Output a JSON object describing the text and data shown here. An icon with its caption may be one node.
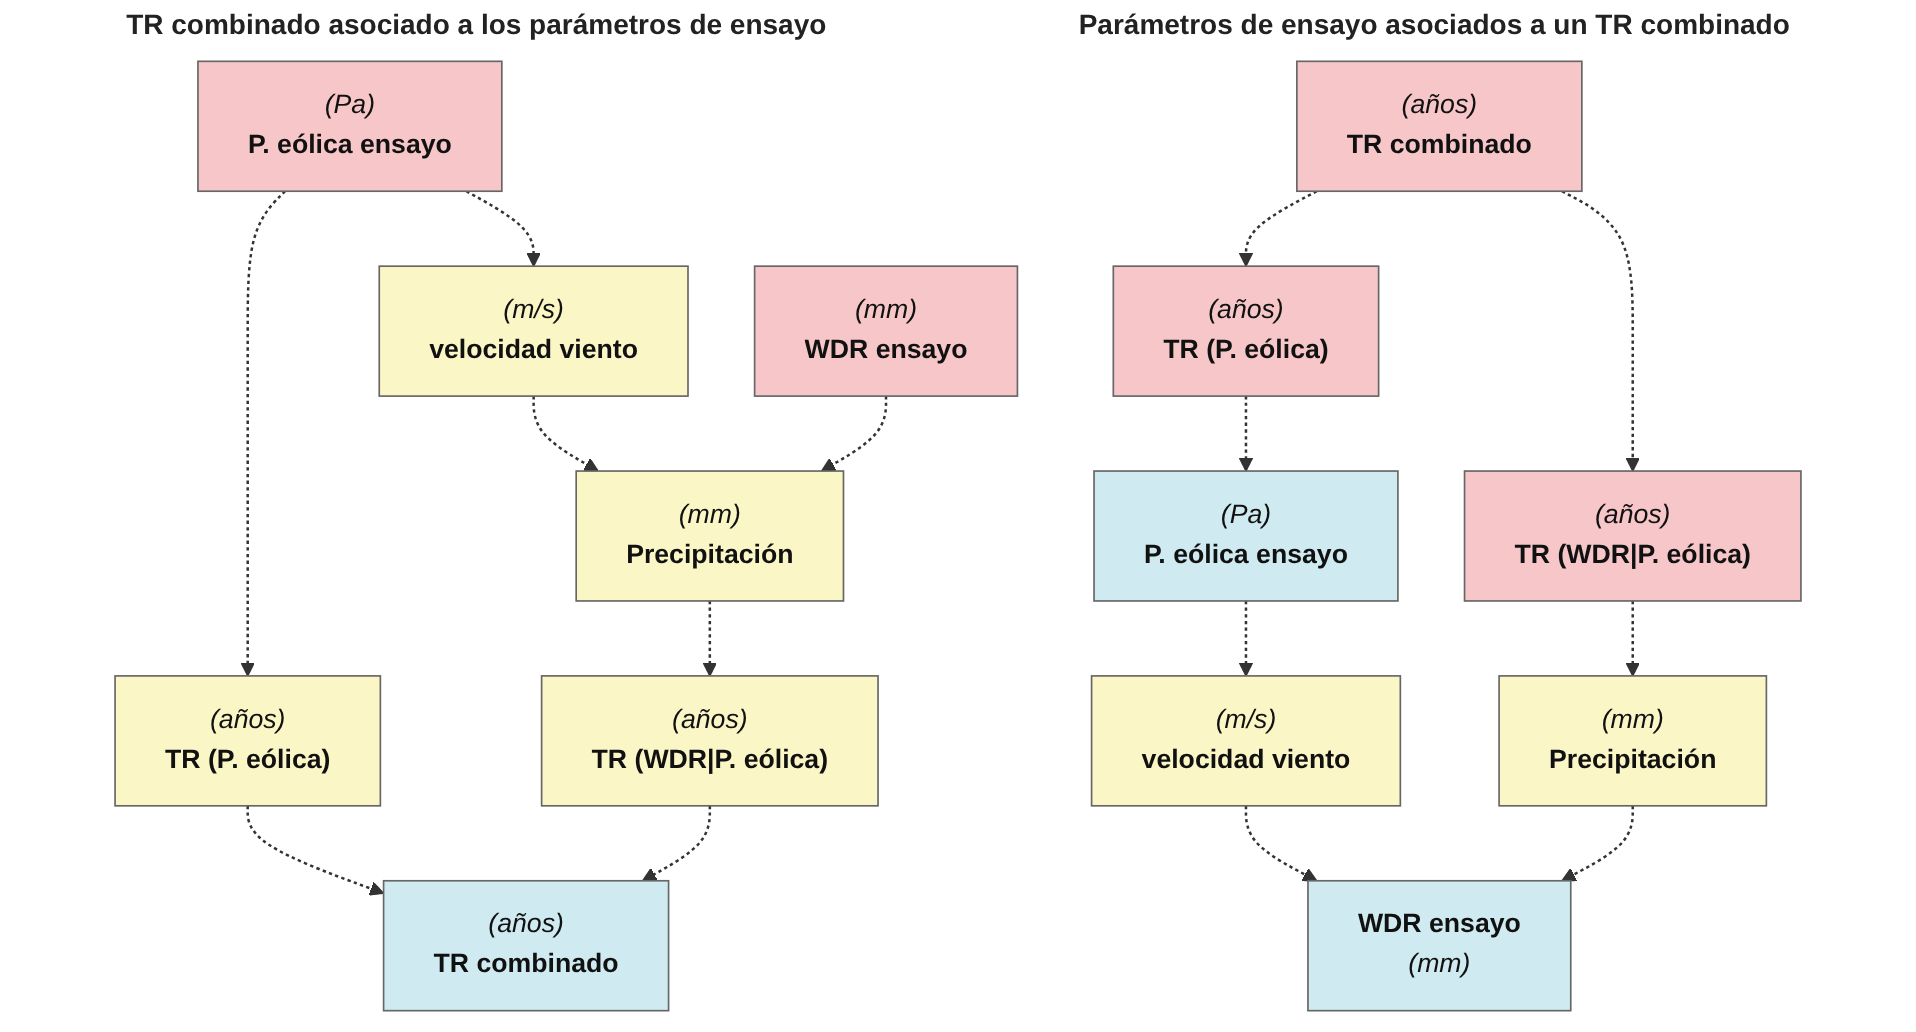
{
  "diagram": {
    "nodes": [
      {
        "text": [
          "(años)",
          "TR combinado"
        ]
      },
      {
        "text": [
          "(años)",
          "TR (P. eólica)"
        ]
      },
      {
        "text": [
          "(años)",
          "TR (WDR|P. eólica)"
        ]
      },
      {
        "text": [
          "(m/s)",
          "velocidad viento"
        ]
      },
      {
        "text": [
          "(mm)",
          "Precipitación"
        ]
      },
      {
        "text": [
          "(Pa)",
          "P. eólica ensayo"
        ]
      },
      {
        "text": [
          "(mm)",
          "WDR ensayo"
        ]
      },
      {
        "text": [
          "(años)",
          "TR combinado"
        ]
      },
      {
        "text": [
          "(años)",
          "TR (P. eólica)"
        ]
      },
      {
        "text": [
          "(años)",
          "TR (WDR|P. eólica)"
        ]
      },
      {
        "text": [
          "(Pa)",
          "P. eólica ensayo"
        ]
      },
      {
        "text": [
          "(m/s)",
          "velocidad viento"
        ]
      },
      {
        "text": [
          "(mm)",
          "Precipitación"
        ]
      },
      {
        "text": [
          "WDR ensayo",
          "(mm)"
        ]
      }
    ],
    "edges": [
      {
        "from": 1,
        "to": 0,
        "arrow": "to",
        "style": "dashed"
      },
      {
        "from": 2,
        "to": 0,
        "arrow": "to",
        "style": "dashed"
      },
      {
        "from": 5,
        "to": 1,
        "arrow": "to",
        "style": "dashed"
      },
      {
        "from": 5,
        "to": 3,
        "arrow": "to",
        "style": "dashed"
      },
      {
        "from": 3,
        "to": 4,
        "arrow": "to",
        "style": "dashed"
      },
      {
        "from": 4,
        "to": 2,
        "arrow": "to",
        "style": "dashed"
      },
      {
        "from": 6,
        "to": 4,
        "arrow": "to",
        "style": "dashed"
      },
      {
        "from": 7,
        "to": 8,
        "arrow": "to",
        "style": "dashed"
      },
      {
        "from": 7,
        "to": 9,
        "arrow": "to",
        "style": "dashed"
      },
      {
        "from": 8,
        "to": 10,
        "arrow": "to",
        "style": "dashed"
      },
      {
        "from": 10,
        "to": 11,
        "arrow": "to",
        "style": "dashed"
      },
      {
        "from": 9,
        "to": 12,
        "arrow": "to",
        "style": "dashed"
      },
      {
        "from": 11,
        "to": 13,
        "arrow": "to",
        "style": "dashed"
      },
      {
        "from": 12,
        "to": 13,
        "arrow": "to",
        "style": "dashed"
      }
    ],
    "labels": [
      "TR combinado asociado a los parámetros de ensayo",
      "Parámetros de ensayo asociados a un TR combinado"
    ]
  }
}
